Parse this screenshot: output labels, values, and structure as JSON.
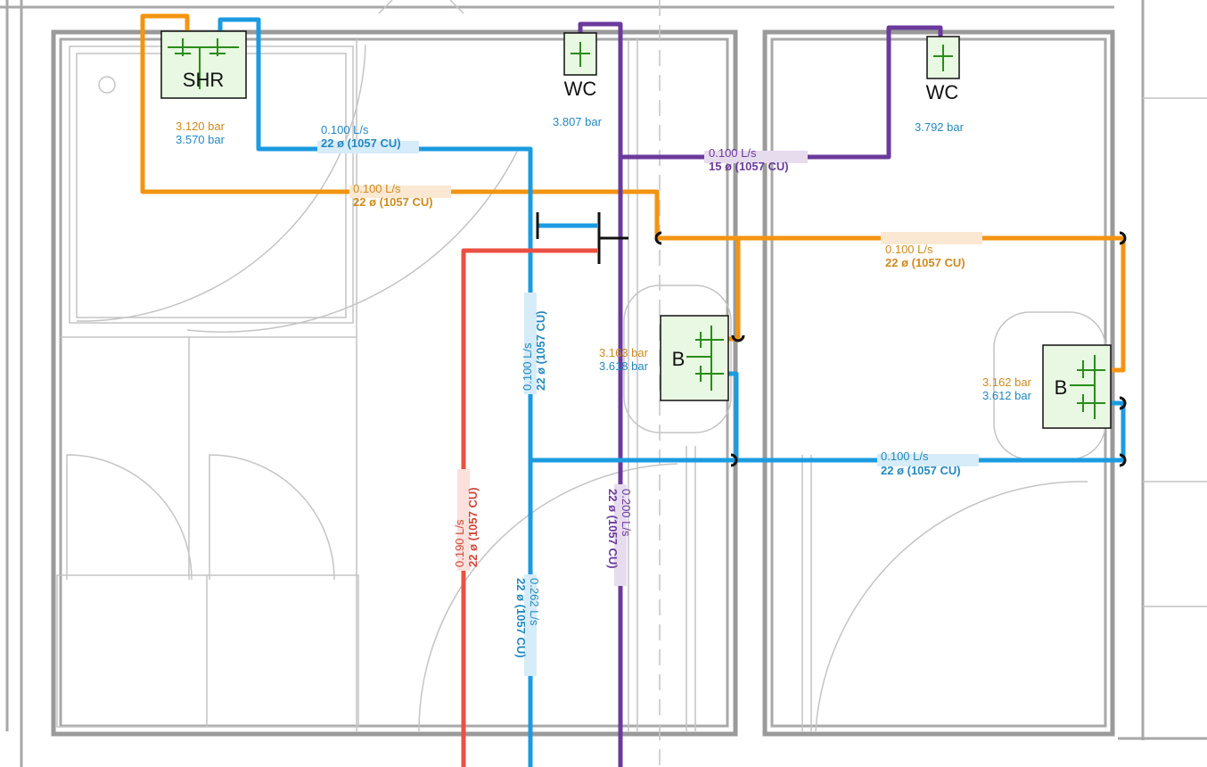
{
  "colors": {
    "hot": "#f39411",
    "cold": "#1b9be0",
    "purple": "#6b3a9c",
    "red": "#ea5041",
    "fixture": "#e8f8e2"
  },
  "fixtures": {
    "shr": {
      "label": "SHR",
      "hot_pressure": "3.120 bar",
      "cold_pressure": "3.570 bar"
    },
    "wc1": {
      "label": "WC",
      "pressure": "3.807 bar"
    },
    "wc2": {
      "label": "WC",
      "pressure": "3.792 bar"
    },
    "basin1": {
      "label": "B",
      "hot_pressure": "3.163 bar",
      "cold_pressure": "3.618 bar"
    },
    "basin2": {
      "label": "B",
      "hot_pressure": "3.162 bar",
      "cold_pressure": "3.612 bar"
    }
  },
  "pipes": {
    "cold_shr": {
      "flow": "0.100 L/s",
      "size": "22 ø (1057 CU)"
    },
    "hot_shr": {
      "flow": "0.100 L/s",
      "size": "22 ø (1057 CU)"
    },
    "purple_wc2": {
      "flow": "0.100 L/s",
      "size": "15 ø (1057 CU)"
    },
    "hot_right": {
      "flow": "0.100 L/s",
      "size": "22 ø (1057 CU)"
    },
    "cold_right": {
      "flow": "0.100 L/s",
      "size": "22 ø (1057 CU)"
    },
    "cold_riser_upper": {
      "flow": "0.100 L/s",
      "size": "22 ø (1057 CU)"
    },
    "cold_riser_lower": {
      "flow": "0.262 L/s",
      "size": "22 ø (1057 CU)"
    },
    "red_riser": {
      "flow": "0.190 L/s",
      "size": "22 ø (1057 CU)"
    },
    "purple_riser": {
      "flow": "0.200 L/s",
      "size": "22 ø (1057 CU)"
    }
  }
}
